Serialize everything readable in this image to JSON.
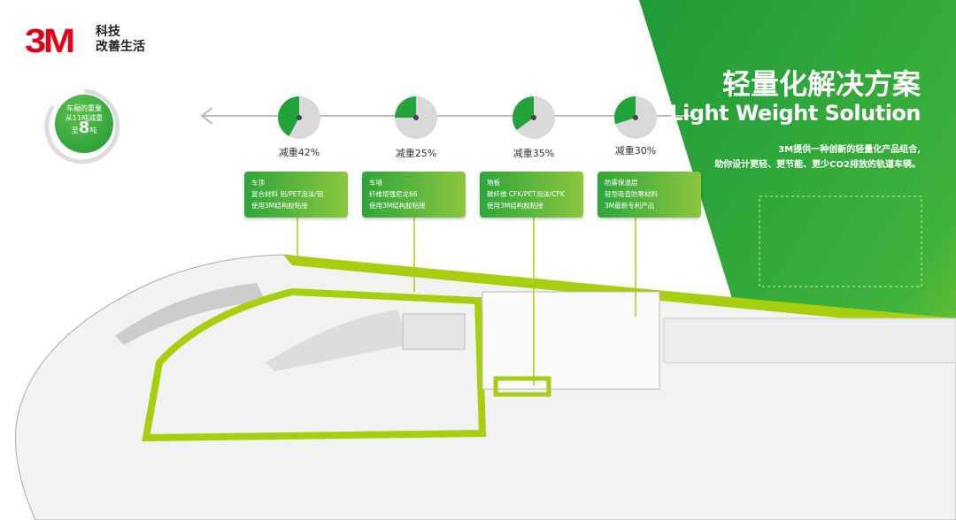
{
  "logo": {
    "brand": "3M",
    "tagline_1": "科技",
    "tagline_2": "改善生活"
  },
  "summary": {
    "line1": "车厢的重量",
    "line2": "从11吨减重",
    "line3_prefix": "至",
    "line3_num": "8",
    "line3_unit": "吨"
  },
  "gauges": [
    {
      "label": "减重42%",
      "value": 42
    },
    {
      "label": "减重25%",
      "value": 25
    },
    {
      "label": "减重35%",
      "value": 35
    },
    {
      "label": "减重30%",
      "value": 30
    }
  ],
  "cards": [
    {
      "title": "车顶",
      "l1": "复合材料 铝/PET泡沫/铝",
      "l2": "使用3M结构胶粘接"
    },
    {
      "title": "车墙",
      "l1": "纤维增强尼龙66",
      "l2": "使用3M结构胶粘接"
    },
    {
      "title": "地板",
      "l1": "碳纤维 CFK/PET泡沫/CFK",
      "l2": "使用3M结构胶粘接"
    },
    {
      "title": "防雾保温层",
      "l1": "轻型吸音防寒材料",
      "l2": "3M最新专利产品"
    }
  ],
  "hero": {
    "title_cn": "轻量化解决方案",
    "title_en": "Light Weight Solution",
    "desc1": "3M提供一种创新的轻量化产品组合,",
    "desc2": "助你设计更轻、更节能、更少CO2排放的轨道车辆。"
  },
  "colors": {
    "green": "#22a33a",
    "lime": "#a8cf0f",
    "red": "#e2001a"
  }
}
